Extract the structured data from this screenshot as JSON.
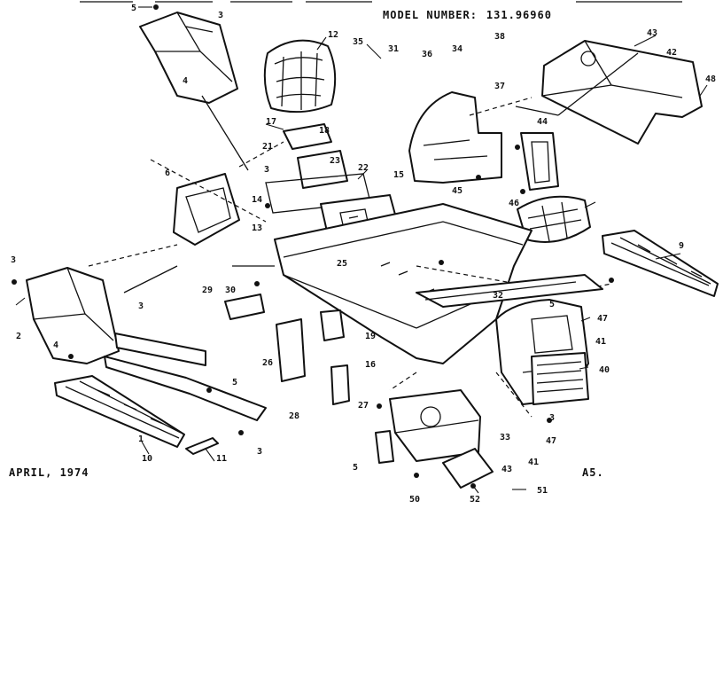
{
  "header": {
    "model_label": "MODEL NUMBER:",
    "model_number": "131.96960"
  },
  "footer": {
    "date": "APRIL, 1974",
    "page_code": "A5."
  },
  "callouts": [
    "5",
    "3",
    "12",
    "35",
    "31",
    "36",
    "34",
    "38",
    "43",
    "42",
    "48",
    "37",
    "17",
    "18",
    "23",
    "22",
    "4",
    "6",
    "21",
    "15",
    "14",
    "13",
    "3",
    "3",
    "2",
    "4",
    "3",
    "5",
    "1",
    "10",
    "11",
    "29",
    "30",
    "28",
    "26",
    "27",
    "19",
    "16",
    "25",
    "32",
    "9",
    "47",
    "41",
    "40",
    "44",
    "45",
    "46",
    "3",
    "5",
    "5",
    "3",
    "33",
    "41",
    "43",
    "47",
    "51",
    "52",
    "50"
  ]
}
